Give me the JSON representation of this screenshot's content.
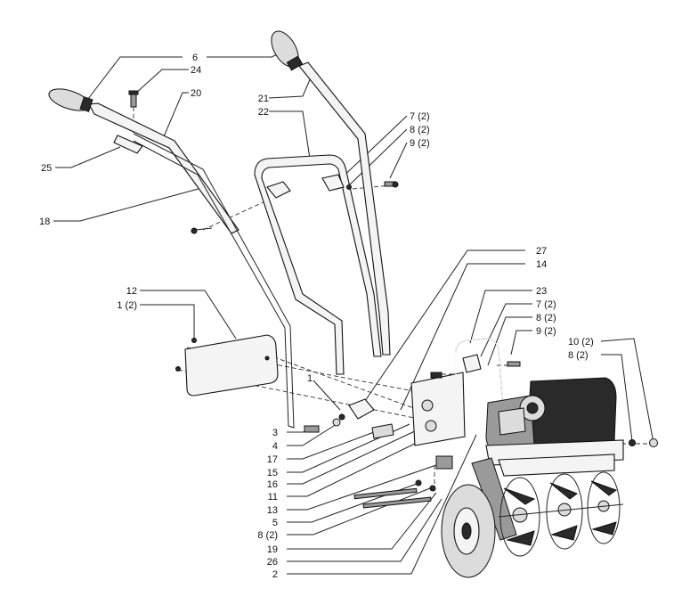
{
  "labels": [
    {
      "id": "l6",
      "text": "6"
    },
    {
      "id": "l24",
      "text": "24"
    },
    {
      "id": "l20",
      "text": "20"
    },
    {
      "id": "l21",
      "text": "21"
    },
    {
      "id": "l22",
      "text": "22"
    },
    {
      "id": "l7a",
      "text": "7 (2)"
    },
    {
      "id": "l8a",
      "text": "8 (2)"
    },
    {
      "id": "l9a",
      "text": "9 (2)"
    },
    {
      "id": "l25",
      "text": "25"
    },
    {
      "id": "l18",
      "text": "18"
    },
    {
      "id": "l27",
      "text": "27"
    },
    {
      "id": "l14",
      "text": "14"
    },
    {
      "id": "l12",
      "text": "12"
    },
    {
      "id": "l1a",
      "text": "1 (2)"
    },
    {
      "id": "l23",
      "text": "23"
    },
    {
      "id": "l7b",
      "text": "7 (2)"
    },
    {
      "id": "l8b",
      "text": "8 (2)"
    },
    {
      "id": "l9b",
      "text": "9 (2)"
    },
    {
      "id": "l10",
      "text": "10 (2)"
    },
    {
      "id": "l8c",
      "text": "8 (2)"
    },
    {
      "id": "l1b",
      "text": "1"
    },
    {
      "id": "l3",
      "text": "3"
    },
    {
      "id": "l4",
      "text": "4"
    },
    {
      "id": "l17",
      "text": "17"
    },
    {
      "id": "l15",
      "text": "15"
    },
    {
      "id": "l16",
      "text": "16"
    },
    {
      "id": "l11",
      "text": "11"
    },
    {
      "id": "l13",
      "text": "13"
    },
    {
      "id": "l5",
      "text": "5"
    },
    {
      "id": "l8d",
      "text": "8 (2)"
    },
    {
      "id": "l19",
      "text": "19"
    },
    {
      "id": "l26",
      "text": "26"
    },
    {
      "id": "l2",
      "text": "2"
    }
  ]
}
